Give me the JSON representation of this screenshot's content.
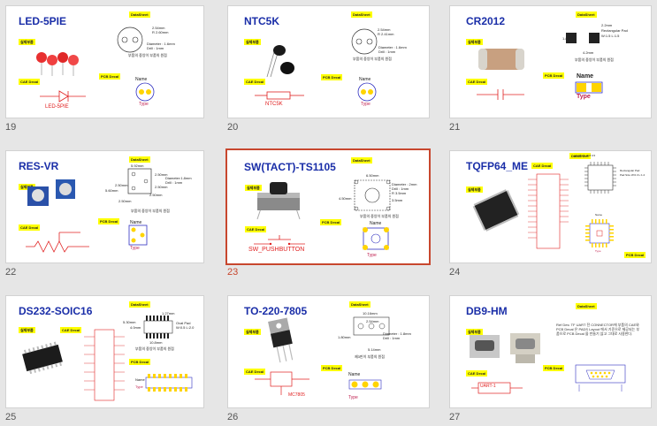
{
  "slides": [
    {
      "num": "19",
      "title": "LED-5PIE",
      "datasheet": "DataSheet",
      "photo": "실제부품",
      "cae": "CAE Decal",
      "pcb": "PCB Decal",
      "schematic_label": "LED-5PIE",
      "dim1": "2.54mm",
      "dim2": "R 2.60mm",
      "dim3": "Diameter : 1.6mm",
      "dim4": "Drill : 1mm",
      "note": "부품의 중앙이 부품의 원점",
      "name": "Name",
      "type": "Type"
    },
    {
      "num": "20",
      "title": "NTC5K",
      "datasheet": "DataSheet",
      "photo": "실제부품",
      "cae": "CAE Decal",
      "pcb": "PCB Decal",
      "schematic_label": "NTC5K",
      "dim1": "2.54mm",
      "dim2": "R 2.41mm",
      "dim3": "Diameter : 1.6mm",
      "dim4": "Drill : 1mm",
      "note": "부품의 중앙이 부품의 원점",
      "name": "Name",
      "type": "Type"
    },
    {
      "num": "21",
      "title": "CR2012",
      "datasheet": "DataSheet",
      "photo": "실제부품",
      "cae": "CAE Decal",
      "pcb": "PCB Decal",
      "dim1": "2.2mm",
      "dim2": "Rectangular Pad",
      "dim3": "W:1.5 L:1.5",
      "dim4": "1.8mm",
      "dim5": "4.2mm",
      "note": "부품의 중앙이 부품의 원점",
      "name": "Name",
      "type": "Type"
    },
    {
      "num": "22",
      "title": "RES-VR",
      "datasheet": "DataSheet",
      "photo": "실제부품",
      "cae": "CAE Decal",
      "pcb": "PCB Decal",
      "dim1": "5.92mm",
      "dim2": "2.50mm",
      "dim3": "Diameter:1.8mm",
      "dim4": "Drill : 1mm",
      "dim5": "2.50mm",
      "dim6": "5.60mm",
      "dim7": "2.50mm",
      "dim8": "2.50mm",
      "dim9": "2.50mm",
      "note": "부품의 중앙이 부품의 원점",
      "name": "Name",
      "type": "Type"
    },
    {
      "num": "23",
      "title": "SW(TACT)-TS1105",
      "datasheet": "DataSheet",
      "photo": "실제부품",
      "cae": "CAE Decal",
      "pcb": "PCB Decal",
      "schematic_label": "SW_PUSHBUTTON",
      "dim1": "6.50mm",
      "dim2": "Diameter : 2mm",
      "dim3": "Drill : 1mm",
      "dim4": "R 3.5mm",
      "dim5": "4.50mm",
      "dim6": "3.5mm",
      "note": "부품의 중앙이 부품의 원점",
      "name": "Name",
      "type": "Type"
    },
    {
      "num": "24",
      "title": "TQFP64_ME",
      "datasheet": "DataSheet",
      "photo": "실제부품",
      "cae": "CAE Decal",
      "pcb": "PCB Decal",
      "dim1": "18.5 0.75 18.8 0.5",
      "dim2": "Rectangular Pad",
      "dim3": "Pad Size W:0.3 L:1.2",
      "name": "Name",
      "type": "Type"
    },
    {
      "num": "25",
      "title": "DS232-SOIC16",
      "datasheet": "DataSheet",
      "photo": "실제부품",
      "cae": "CAE Decal",
      "pcb": "PCB Decal",
      "dim1": "1.27mm",
      "dim2": "Oval Pad",
      "dim3": "W:0.5 L:2.0",
      "dim4": "5.30mm",
      "dim5": "4.0mm",
      "dim6": "10.8mm",
      "note": "부품의 중앙이 부품의 원점",
      "name": "Name",
      "type": "Type"
    },
    {
      "num": "26",
      "title": "TO-220-7805",
      "datasheet": "DataSheet",
      "photo": "실제부품",
      "cae": "CAE Decal",
      "pcb": "PCB Decal",
      "schematic_label": "MC7805",
      "dim1": "10.16mm",
      "dim2": "2.54mm",
      "dim3": "Diameter : 1.8mm",
      "dim4": "Drill : 1mm",
      "dim5": "1.80mm",
      "dim6": "5.14mm",
      "note": "제3핀이 부품의 원점",
      "name": "Name",
      "type": "Type"
    },
    {
      "num": "27",
      "title": "DB9-HM",
      "datasheet": "DataSheet",
      "photo": "실제부품",
      "cae": "CAE Decal",
      "pcb": "PCB Decal",
      "schematic_label": "UART-1",
      "description": "Ref Des: TF UART 전 CONNECTOR에 부품의 CAE와 PCB Decal 은 PADS Layout 에서 기준으로 제공되는 부품으로 PCB Decal 을 만들기 않고 그대로 사용한다."
    }
  ]
}
